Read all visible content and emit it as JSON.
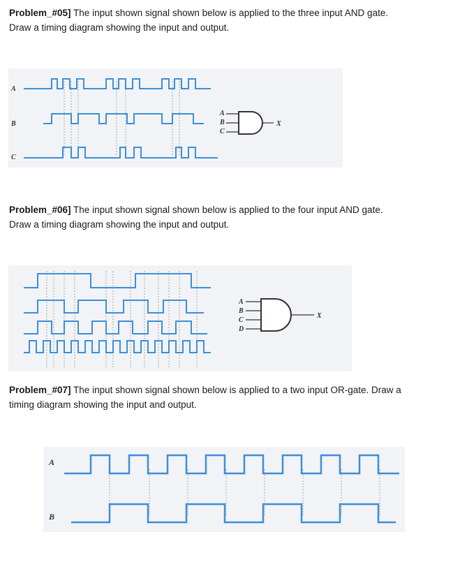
{
  "problems": [
    {
      "heading": "Problem_#05]",
      "text_line1": " The input shown signal shown below is applied to the three input AND gate.",
      "text_line2": "Draw a timing diagram showing the input and output.",
      "inputs": [
        "A",
        "B",
        "C"
      ],
      "output": "X"
    },
    {
      "heading": "Problem_#06]",
      "text_line1": " The input shown signal shown below is applied to the four input AND gate.",
      "text_line2": "Draw a timing diagram showing the input and output.",
      "inputs": [
        "A",
        "B",
        "C",
        "D"
      ],
      "output": "X"
    },
    {
      "heading": "Problem_#07]",
      "text_line1": " The input shown signal shown below is applied to a two input OR-gate.  Draw a",
      "text_line2": "timing diagram showing the input and output.",
      "inputs": [
        "A",
        "B"
      ]
    }
  ],
  "colors": {
    "signal": "#3b8fd9",
    "figure_bg": "#f2f3f6",
    "text": "#1a1a1a"
  }
}
